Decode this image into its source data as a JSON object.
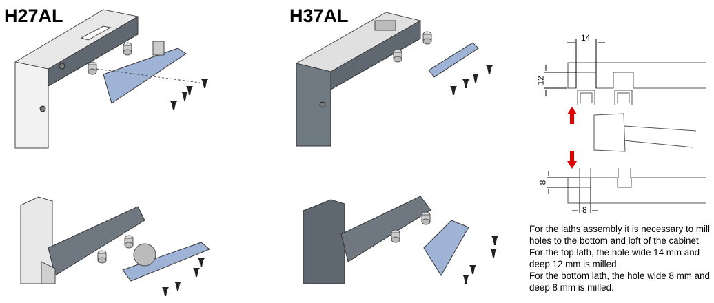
{
  "titles": {
    "left": "H27AL",
    "middle": "H37AL"
  },
  "dimensions": {
    "top_width": "14",
    "top_depth": "12",
    "bottom_depth": "8",
    "bottom_width": "8"
  },
  "note": [
    "For the laths assembly it is necessary to mill",
    "holes to the bottom and loft of the cabinet.",
    "For the top lath, the hole wide 14 mm and",
    "deep 12 mm is milled.",
    "For the bottom lath, the hole wide 8 mm and",
    "deep 8 mm is milled."
  ],
  "colors": {
    "arrow": "#e00000",
    "metal": "#8f9aa6",
    "plate": "#9fb3d6",
    "panel": "#e6e6e6"
  }
}
